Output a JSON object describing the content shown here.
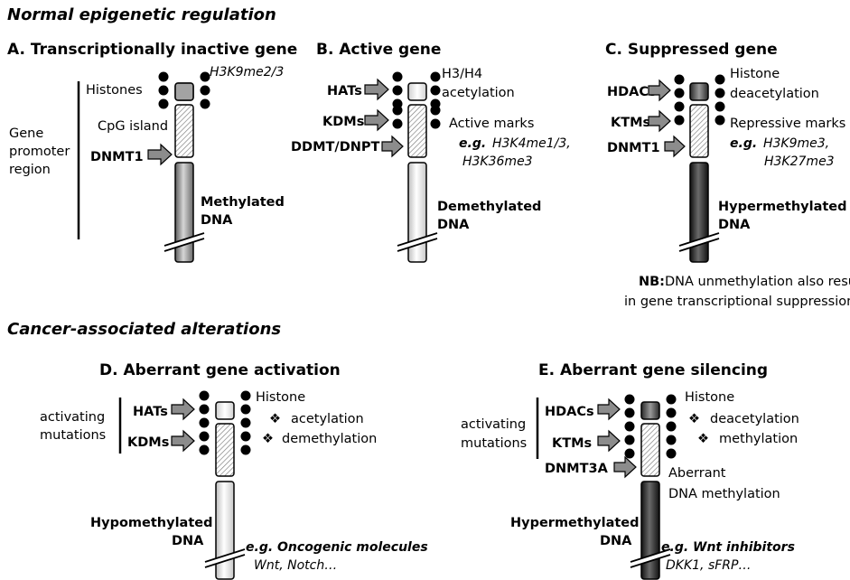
{
  "sections": {
    "normal_title": "Normal epigenetic regulation",
    "cancer_title": "Cancer-associated alterations"
  },
  "panel_a": {
    "title": "A.  Transcriptionally inactive gene",
    "histone_mark": "H3K9me2/3",
    "histones_label": "Histones",
    "cpg_label": "CpG island",
    "region_label": [
      "Gene",
      "promoter",
      "region"
    ],
    "dnmt": "DNMT1",
    "dna_state": [
      "Methylated",
      "DNA"
    ]
  },
  "panel_b": {
    "title": "B.  Active gene",
    "hats": "HATs",
    "kdms": "KDMs",
    "ddmt": "DDMT/DNPT",
    "acetyl": [
      "H3/H4",
      "acetylation"
    ],
    "active_marks": "Active marks",
    "eg_prefix": "e.g.",
    "eg_marks_1": "H3K4me1/3,",
    "eg_marks_2": "H3K36me3",
    "dna_state": [
      "Demethylated",
      "DNA"
    ]
  },
  "panel_c": {
    "title": "C.  Suppressed gene",
    "hdacs": "HDACs",
    "ktms": "KTMs",
    "dnmt": "DNMT1",
    "deacetyl": [
      "Histone",
      "deacetylation"
    ],
    "repressive_marks": "Repressive marks",
    "eg_prefix": "e.g.",
    "eg_marks_1": "H3K9me3,",
    "eg_marks_2": "H3K27me3",
    "dna_state": [
      "Hypermethylated",
      "DNA"
    ],
    "nb_prefix": "NB:",
    "nb_line1": "DNA unmethylation also results",
    "nb_line2": "in gene transcriptional suppression"
  },
  "panel_d": {
    "title": "D.  Aberrant gene activation",
    "mutations": [
      "activating",
      "mutations"
    ],
    "hats": "HATs",
    "kdms": "KDMs",
    "histone": "Histone",
    "bullet": "❖",
    "change_1": "acetylation",
    "change_2": "demethylation",
    "dna_state": [
      "Hypomethylated",
      "DNA"
    ],
    "eg_title": "e.g. Oncogenic molecules",
    "eg_list": "Wnt, Notch…"
  },
  "panel_e": {
    "title": "E.  Aberrant gene silencing",
    "mutations": [
      "activating",
      "mutations"
    ],
    "hdacs": "HDACs",
    "ktms": "KTMs",
    "dnmt": "DNMT3A",
    "histone": "Histone",
    "bullet": "❖",
    "change_1": "deacetylation",
    "change_2": "methylation",
    "aberrant": [
      "Aberrant",
      "DNA methylation"
    ],
    "dna_state": [
      "Hypermethylated",
      "DNA"
    ],
    "eg_title": "e.g. Wnt inhibitors",
    "eg_list": "DKK1, sFRP…"
  },
  "colors": {
    "dna_methylated": "#8a8a8a",
    "dna_demethylated": "#f2f2f2",
    "dna_hypermethylated": "#262626",
    "arrow_fill": "#8c8c8c",
    "histone_dark": "#5a5a5a",
    "histone_light": "#ececec"
  }
}
